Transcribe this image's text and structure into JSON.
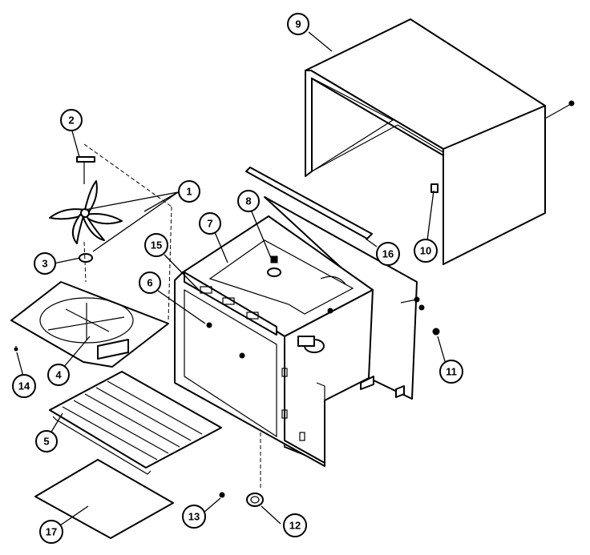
{
  "diagram": {
    "callouts": [
      {
        "label": "1"
      },
      {
        "label": "2"
      },
      {
        "label": "3"
      },
      {
        "label": "4"
      },
      {
        "label": "5"
      },
      {
        "label": "6"
      },
      {
        "label": "7"
      },
      {
        "label": "8"
      },
      {
        "label": "9"
      },
      {
        "label": "10"
      },
      {
        "label": "11"
      },
      {
        "label": "12"
      },
      {
        "label": "13"
      },
      {
        "label": "14"
      },
      {
        "label": "15"
      },
      {
        "label": "16"
      },
      {
        "label": "17"
      }
    ]
  },
  "colors": {
    "line": "#000000",
    "background": "#ffffff"
  }
}
